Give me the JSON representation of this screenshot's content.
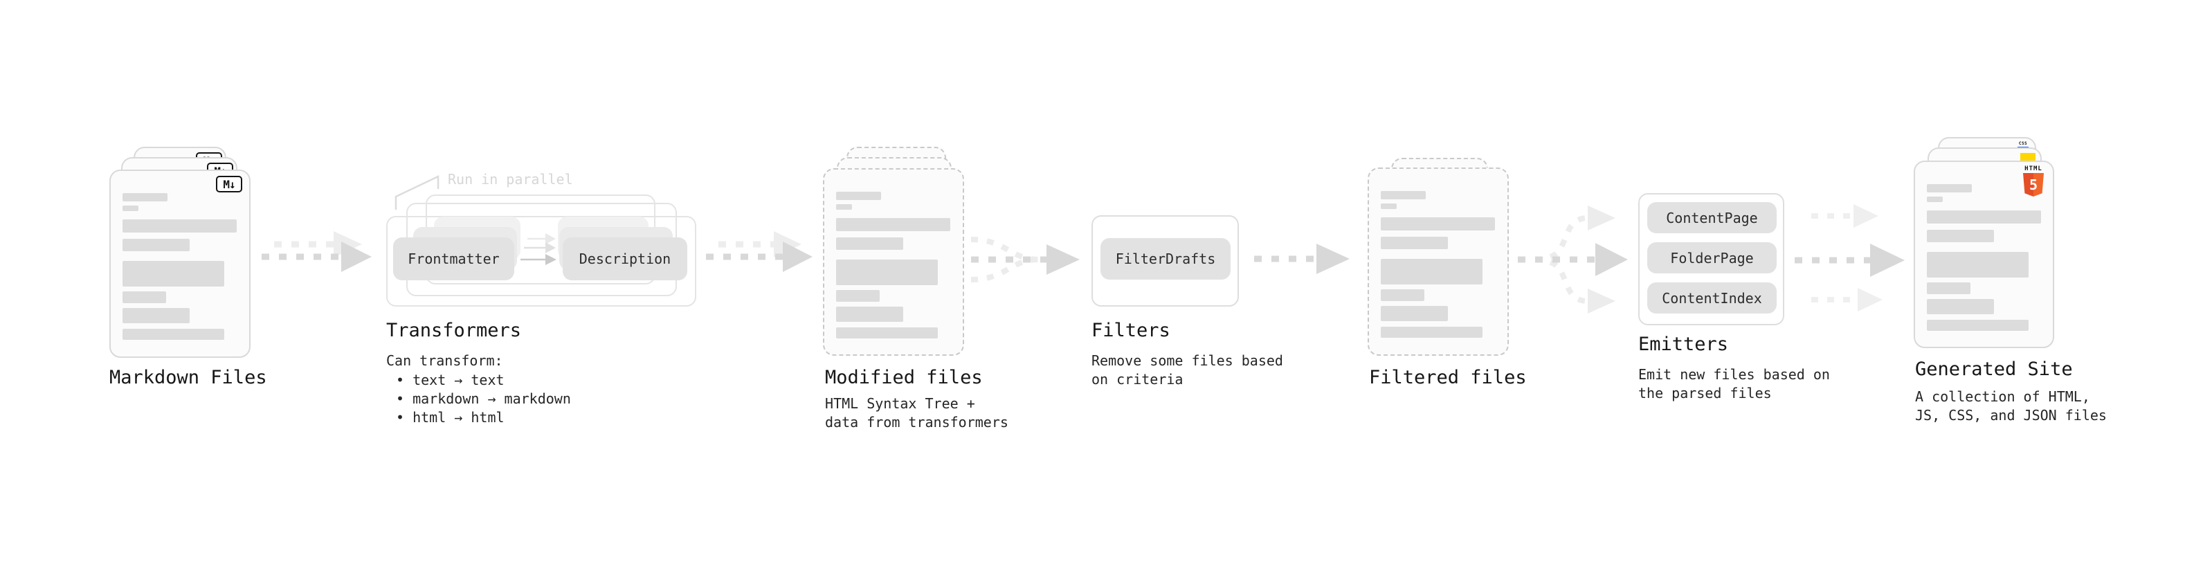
{
  "colors": {
    "html5_orange": "#e44d26",
    "js_yellow": "#ffd600",
    "css_blue": "#2965f1",
    "bar_gray": "#dcdcdc",
    "arrow_dark": "#d8d8d8",
    "arrow_light": "#ededed"
  },
  "nodes": {
    "markdown": {
      "label": "Markdown Files",
      "badge": "M↓"
    },
    "transformers": {
      "note": "Run in parallel",
      "pill_left": "Frontmatter",
      "pill_right": "Description",
      "title": "Transformers",
      "caption": "Can transform:",
      "bullets": [
        "• text → text",
        "• markdown → markdown",
        "• html → html"
      ]
    },
    "modified": {
      "label": "Modified files",
      "caption": [
        "HTML Syntax Tree +",
        "data from transformers"
      ]
    },
    "filters": {
      "title": "Filters",
      "pill": "FilterDrafts",
      "caption": [
        "Remove some files based",
        "on criteria"
      ]
    },
    "filtered": {
      "label": "Filtered files"
    },
    "emitters": {
      "title": "Emitters",
      "pills": [
        "ContentPage",
        "FolderPage",
        "ContentIndex"
      ],
      "caption": [
        "Emit new files based on",
        "the parsed files"
      ]
    },
    "generated": {
      "label": "Generated Site",
      "caption": [
        "A collection of HTML,",
        "JS, CSS, and JSON files"
      ],
      "badge_css": "CSS",
      "badge_html": "HTML",
      "badge_html_number": "5"
    }
  }
}
